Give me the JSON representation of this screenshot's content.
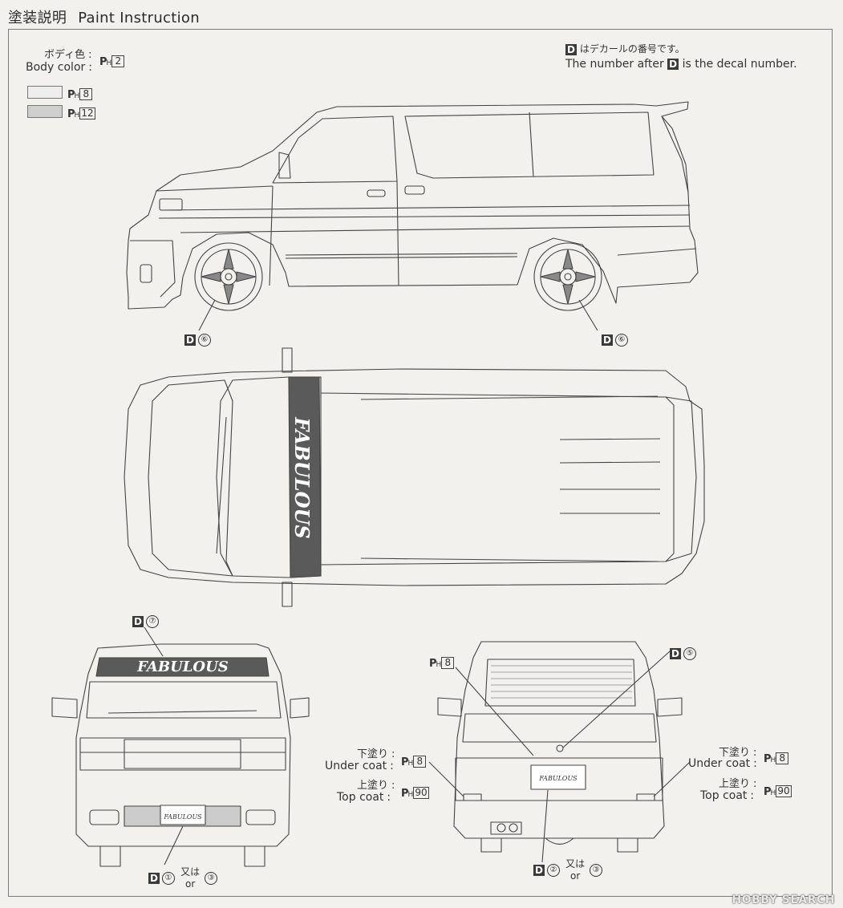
{
  "title": {
    "jp": "塗装説明",
    "en": "Paint Instruction"
  },
  "body_color": {
    "jp": "ボディ色",
    "en": "Body color",
    "code": "2"
  },
  "paint_codes": {
    "light": "8",
    "dark": "12",
    "dark_alt": "90"
  },
  "decal_note": {
    "jp": "はデカールの番号です。",
    "en_before": "The number after",
    "en_after": "is the decal number."
  },
  "d_letter": "D",
  "p_letter": "P",
  "h_letter": "H",
  "side_view": {
    "wheel_front": "⑥",
    "wheel_rear": "⑥"
  },
  "top_view": {
    "banner_text": "FABULOUS"
  },
  "front_view": {
    "banner_decal": "⑦",
    "banner_text": "FABULOUS",
    "plate_text": "FABULOUS",
    "plate_decal_1": "①",
    "or_jp": "又は",
    "or_en": "or",
    "plate_decal_2": "③"
  },
  "rear_view": {
    "window_decal": "⑤",
    "plate_decal_1": "②",
    "or_jp": "又は",
    "or_en": "or",
    "plate_decal_2": "③",
    "plate_text": "FABULOUS",
    "under_coat_jp": "下塗り",
    "under_coat_en": "Under coat",
    "top_coat_jp": "上塗り",
    "top_coat_en": "Top coat"
  },
  "colors": {
    "light_swatch": "#eeeeee",
    "dark_swatch": "#cfcfcf",
    "banner": "#5a5a5a",
    "line": "#444444"
  },
  "watermark": "HOBBY SEARCH"
}
